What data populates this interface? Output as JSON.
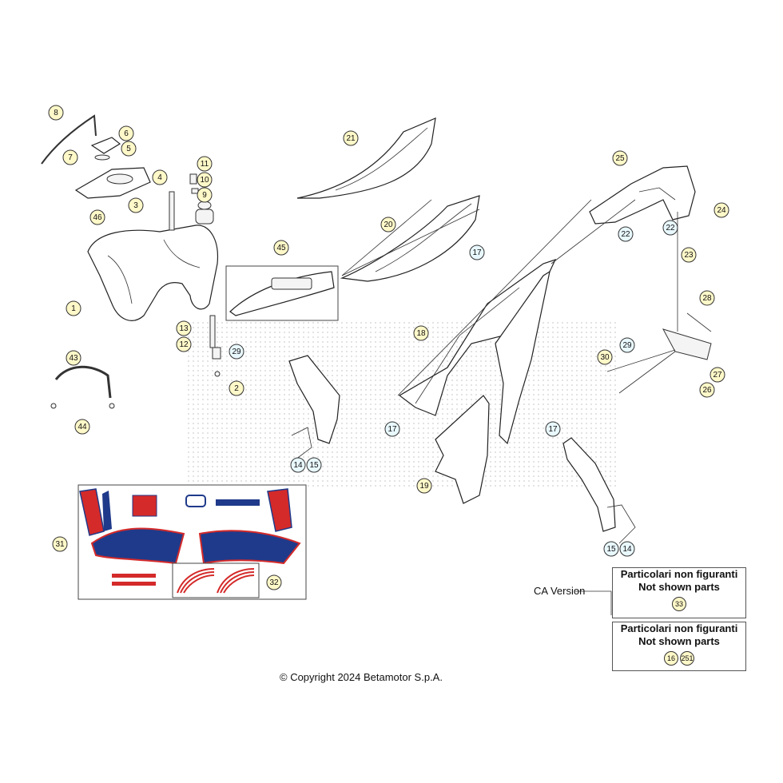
{
  "callouts": [
    {
      "id": "c8",
      "label": "8",
      "fill": "#fff8c8"
    },
    {
      "id": "c6",
      "label": "6",
      "fill": "#fff8c8"
    },
    {
      "id": "c5",
      "label": "5",
      "fill": "#fff8c8"
    },
    {
      "id": "c7",
      "label": "7",
      "fill": "#fff8c8"
    },
    {
      "id": "c4",
      "label": "4",
      "fill": "#fff8c8"
    },
    {
      "id": "c3",
      "label": "3",
      "fill": "#fff8c8"
    },
    {
      "id": "c46",
      "label": "46",
      "fill": "#fff8c8"
    },
    {
      "id": "c11",
      "label": "11",
      "fill": "#fff8c8"
    },
    {
      "id": "c10",
      "label": "10",
      "fill": "#fff8c8"
    },
    {
      "id": "c9",
      "label": "9",
      "fill": "#fff8c8"
    },
    {
      "id": "c1",
      "label": "1",
      "fill": "#fff8c8"
    },
    {
      "id": "c13",
      "label": "13",
      "fill": "#fff8c8"
    },
    {
      "id": "c12",
      "label": "12",
      "fill": "#fff8c8"
    },
    {
      "id": "c29a",
      "label": "29",
      "fill": "#e8f8ff"
    },
    {
      "id": "c2",
      "label": "2",
      "fill": "#fff8c8"
    },
    {
      "id": "c43",
      "label": "43",
      "fill": "#fff8c8"
    },
    {
      "id": "c44",
      "label": "44",
      "fill": "#fff8c8"
    },
    {
      "id": "c21",
      "label": "21",
      "fill": "#fff8c8"
    },
    {
      "id": "c20",
      "label": "20",
      "fill": "#fff8c8"
    },
    {
      "id": "c45",
      "label": "45",
      "fill": "#fff8c8"
    },
    {
      "id": "c17a",
      "label": "17",
      "fill": "#e8f8ff"
    },
    {
      "id": "c18",
      "label": "18",
      "fill": "#fff8c8"
    },
    {
      "id": "c17b",
      "label": "17",
      "fill": "#e8f8ff"
    },
    {
      "id": "c17c",
      "label": "17",
      "fill": "#e8f8ff"
    },
    {
      "id": "c19",
      "label": "19",
      "fill": "#fff8c8"
    },
    {
      "id": "c14a",
      "label": "14",
      "fill": "#e8f8ff"
    },
    {
      "id": "c15a",
      "label": "15",
      "fill": "#e8f8ff"
    },
    {
      "id": "c15b",
      "label": "15",
      "fill": "#e8f8ff"
    },
    {
      "id": "c14b",
      "label": "14",
      "fill": "#e8f8ff"
    },
    {
      "id": "c25",
      "label": "25",
      "fill": "#fff8c8"
    },
    {
      "id": "c24",
      "label": "24",
      "fill": "#fff8c8"
    },
    {
      "id": "c22a",
      "label": "22",
      "fill": "#e8f8ff"
    },
    {
      "id": "c22b",
      "label": "22",
      "fill": "#e8f8ff"
    },
    {
      "id": "c23",
      "label": "23",
      "fill": "#fff8c8"
    },
    {
      "id": "c28",
      "label": "28",
      "fill": "#fff8c8"
    },
    {
      "id": "c29b",
      "label": "29",
      "fill": "#e8f8ff"
    },
    {
      "id": "c30",
      "label": "30",
      "fill": "#fff8c8"
    },
    {
      "id": "c27",
      "label": "27",
      "fill": "#fff8c8"
    },
    {
      "id": "c26",
      "label": "26",
      "fill": "#fff8c8"
    },
    {
      "id": "c31",
      "label": "31",
      "fill": "#fff8c8"
    },
    {
      "id": "c32",
      "label": "32",
      "fill": "#fff8c8"
    }
  ],
  "notes": {
    "ca_label": "CA Version",
    "box1": {
      "line1": "Particolari non figuranti",
      "line2": "Not shown parts",
      "parts": [
        "33"
      ]
    },
    "box2": {
      "line1": "Particolari non figuranti",
      "line2": "Not shown parts",
      "parts": [
        "16",
        "251"
      ]
    }
  },
  "copyright": "© Copyright 2024 Betamotor S.p.A.",
  "colors": {
    "decal_red": "#d42a2a",
    "decal_blue": "#1f3a8a",
    "callout_yellow": "#fff8c8",
    "callout_blue": "#e8f8ff"
  }
}
